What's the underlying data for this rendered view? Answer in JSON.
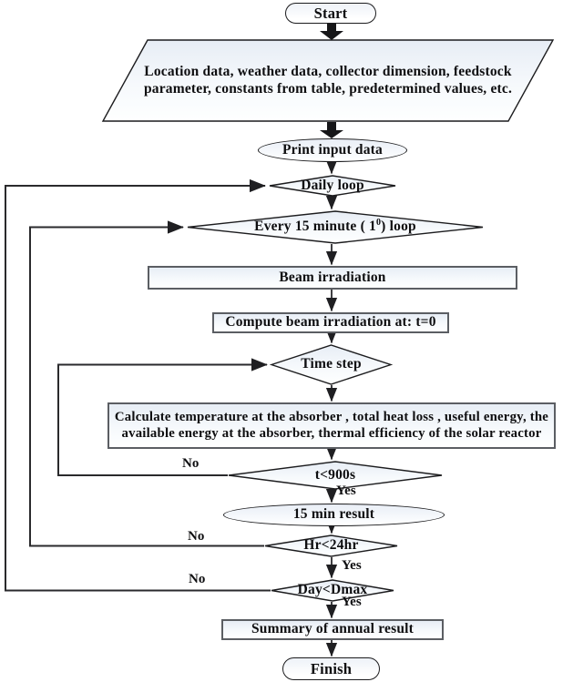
{
  "nodes": {
    "start": {
      "type": "terminator",
      "label": "Start"
    },
    "input": {
      "type": "input-parallelogram",
      "label": "Location data, weather data, collector dimension, feedstock parameter, constants from table, predetermined values, etc."
    },
    "print": {
      "type": "output-ellipse",
      "label": "Print input data"
    },
    "daily": {
      "type": "decision",
      "label": "Daily loop"
    },
    "every15": {
      "type": "decision",
      "label_prefix": "Every 15 minute ( 1",
      "label_sup": "0",
      "label_suffix": ") loop"
    },
    "beam": {
      "type": "process",
      "label": "Beam irradiation"
    },
    "compute": {
      "type": "process",
      "label": "Compute beam irradiation at: t=0"
    },
    "timestep": {
      "type": "decision",
      "label": "Time step"
    },
    "calc": {
      "type": "process",
      "label": "Calculate temperature at the absorber , total heat loss , useful energy, the available energy at the absorber, thermal efficiency of the solar reactor"
    },
    "t900": {
      "type": "decision",
      "label": "t<900s"
    },
    "result15": {
      "type": "output-ellipse",
      "label": "15 min result"
    },
    "hr24": {
      "type": "decision",
      "label": "Hr<24hr"
    },
    "daymax": {
      "type": "decision",
      "label": "Day<Dmax"
    },
    "summary": {
      "type": "process",
      "label": "Summary of annual result"
    },
    "finish": {
      "type": "terminator",
      "label": "Finish"
    }
  },
  "edge_labels": {
    "t900_yes": "Yes",
    "t900_no": "No",
    "hr24_yes": "Yes",
    "hr24_no": "No",
    "daymax_yes": "Yes",
    "daymax_no": "No"
  },
  "colors": {
    "shape_fill_top": "#e7edf5",
    "shape_fill_bottom": "#feffff",
    "rect_border": "#5b5e63",
    "thin_border": "#1c1c1e",
    "line": "#1f1f22",
    "text": "#0e0e10",
    "background": "#ffffff"
  }
}
